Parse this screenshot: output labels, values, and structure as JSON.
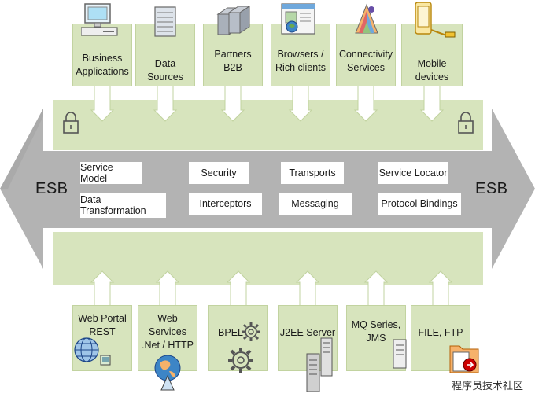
{
  "colors": {
    "band_green": "#d7e4bd",
    "arrow_gray": "#b3b3b3",
    "arrow_dark": "#9a9a9a",
    "box_white": "#ffffff"
  },
  "top_sources": [
    {
      "label": "Business\nApplications",
      "icon": "desktop-computer-icon"
    },
    {
      "label": "Data Sources",
      "icon": "database-server-icon"
    },
    {
      "label": "Partners\nB2B",
      "icon": "server-rack-icon"
    },
    {
      "label": "Browsers /\nRich clients",
      "icon": "browser-window-icon"
    },
    {
      "label": "Connectivity\nServices",
      "icon": "color-palette-icon"
    },
    {
      "label": "Mobile devices",
      "icon": "mobile-phone-icon"
    }
  ],
  "esb": {
    "left_label": "ESB",
    "right_label": "ESB",
    "capabilities": [
      "Service Model",
      "Security",
      "Transports",
      "Service Locator",
      "Data Transformation",
      "Interceptors",
      "Messaging",
      "Protocol Bindings"
    ]
  },
  "bottom_targets": [
    {
      "label": "Web Portal\nREST",
      "icon": "globe-network-icon"
    },
    {
      "label": "Web Services\n.Net / HTTP",
      "icon": "globe-icon"
    },
    {
      "label": "BPEL",
      "icon": "gear-icon"
    },
    {
      "label": "J2EE Server",
      "icon": "server-tower-icon"
    },
    {
      "label": "MQ Series,\nJMS",
      "icon": "server-icon"
    },
    {
      "label": "FILE, FTP",
      "icon": "file-folder-icon"
    }
  ],
  "watermark": "程序员技术社区"
}
